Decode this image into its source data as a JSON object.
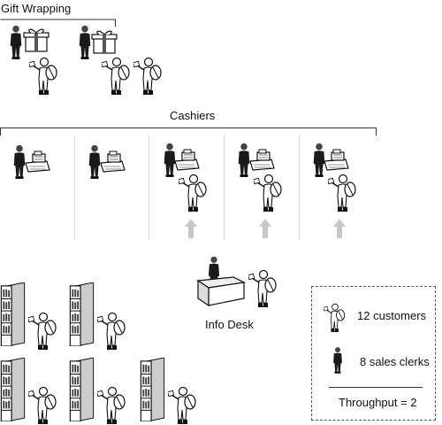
{
  "sections": {
    "gift_wrapping": "Gift Wrapping",
    "cashiers": "Cashiers",
    "info_desk": "Info Desk"
  },
  "legend": {
    "customers": "12 customers",
    "sales_clerks": "8 sales clerks",
    "throughput": "Throughput = 2"
  }
}
